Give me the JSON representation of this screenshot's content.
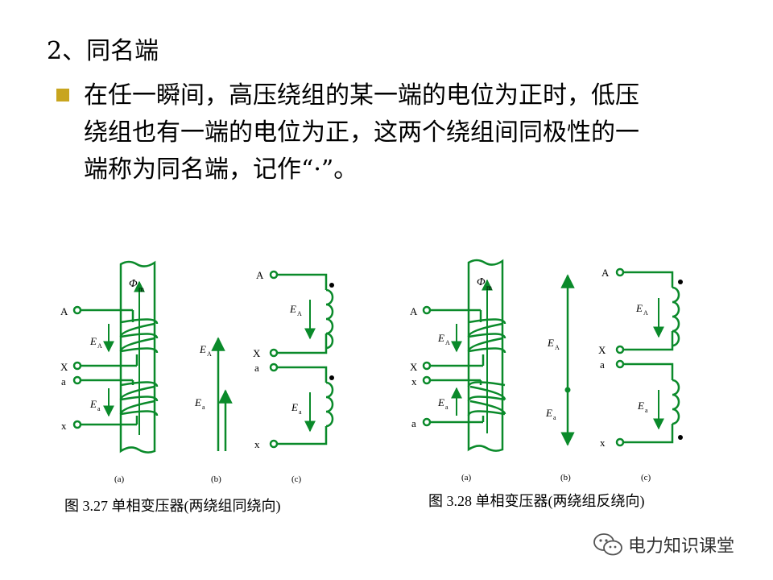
{
  "slide": {
    "title": "2、同名端",
    "paragraph_lines": [
      "在任一瞬间，高压绕组的某一端的电位为正时，低压",
      "绕组也有一端的电位为正，这两个绕组间同极性的一",
      "端称为同名端，记作“·”。"
    ]
  },
  "figure_left": {
    "caption": "图 3.27  单相变压器(两绕组同绕向)",
    "sub_labels": [
      "(a)",
      "(b)",
      "(c)"
    ],
    "terminals_a": [
      "A",
      "X",
      "a",
      "x"
    ],
    "terminals_c": [
      "A",
      "X",
      "a",
      "x"
    ],
    "flux": "Φ",
    "flux_sub": "m",
    "emf_upper": "E",
    "emf_upper_sub": "A",
    "emf_lower": "E",
    "emf_lower_sub": "a"
  },
  "figure_right": {
    "caption": "图 3.28  单相变压器(两绕组反绕向)",
    "sub_labels": [
      "(a)",
      "(b)",
      "(c)"
    ],
    "terminals_a": [
      "A",
      "X",
      "x",
      "a"
    ],
    "terminals_c": [
      "A",
      "X",
      "a",
      "x"
    ],
    "flux": "Φ",
    "flux_sub": "m",
    "emf_upper": "E",
    "emf_upper_sub": "A",
    "emf_lower": "E",
    "emf_lower_sub": "a"
  },
  "watermark": {
    "text": "电力知识课堂",
    "icon": "wechat-icon"
  },
  "colors": {
    "bullet": "#c8a51e",
    "diagram": "#0a8a2a",
    "text": "#000000"
  }
}
